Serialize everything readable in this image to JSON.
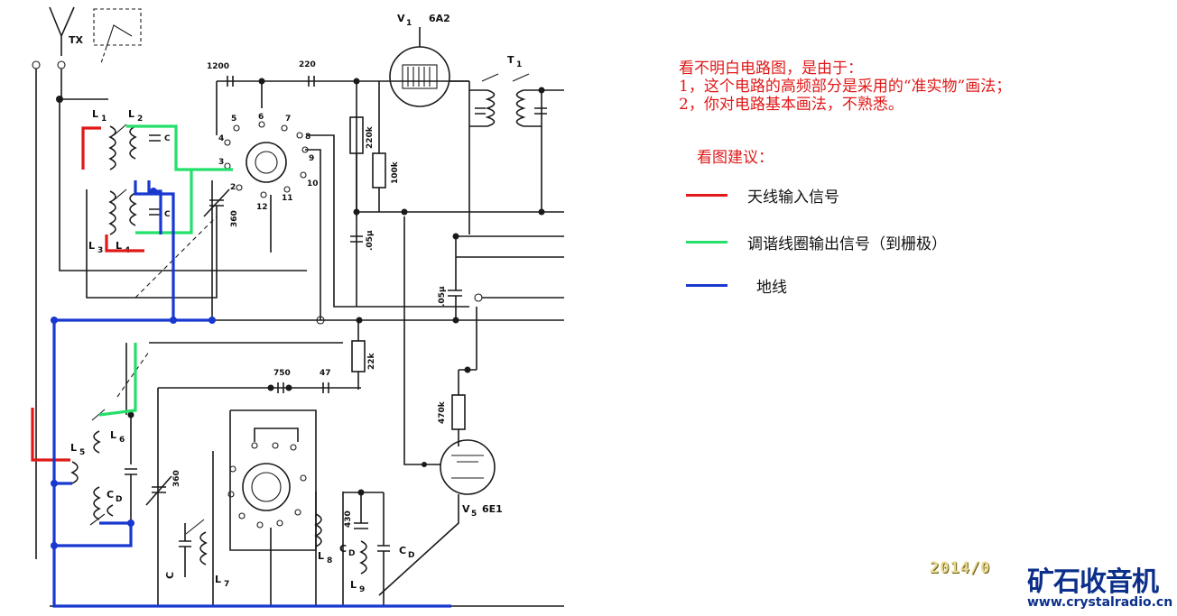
{
  "explanation": {
    "line1": "看不明白电路图，是由于：",
    "line2": "1，这个电路的高频部分是采用的“准实物”画法；",
    "line3": "2，你对电路基本画法，不熟悉。"
  },
  "tips_title": "看图建议：",
  "legend": [
    {
      "label": "天线输入信号",
      "color": "#e01818"
    },
    {
      "label": "调谐线圈输出信号（到栅极）",
      "color": "#22e06a"
    },
    {
      "label": "地线",
      "color": "#1838d0"
    }
  ],
  "schematic": {
    "tx_label": "TX",
    "v1": "V",
    "v1_sub": "1",
    "v1_type": "6A2",
    "t1": "T",
    "t1_sub": "1",
    "c1200": "1200",
    "c220": "220",
    "r220k": "220k",
    "r100k": "100k",
    "c05u_a": ".05μ",
    "c05u_b": ".05μ",
    "r22k": "22k",
    "r470k": "470k",
    "c750": "750",
    "c47": "47",
    "c360_a": "360",
    "c360_b": "360",
    "c430": "430",
    "v5": "V",
    "v5_sub": "5",
    "v5_type": "6E1",
    "l1": "L",
    "l1_sub": "1",
    "l2": "L",
    "l2_sub": "2",
    "l3": "L",
    "l3_sub": "3",
    "l4": "L",
    "l4_sub": "4",
    "l5": "L",
    "l5_sub": "5",
    "l6": "L",
    "l6_sub": "6",
    "l7": "L",
    "l7_sub": "7",
    "l8": "L",
    "l8_sub": "8",
    "l9": "L",
    "l9_sub": "9",
    "cd": "C",
    "cd_sub": "D",
    "sw_5": "5",
    "sw_6": "6",
    "sw_7": "7",
    "sw_4": "4",
    "sw_3": "3",
    "sw_2": "2",
    "sw_12": "12",
    "sw_11": "11",
    "sw_10": "10",
    "sw_9": "9",
    "sw_8": "8"
  },
  "watermark": {
    "date": "2014/0",
    "logo": "矿石收音机",
    "url": "www.crystalradio.cn"
  }
}
